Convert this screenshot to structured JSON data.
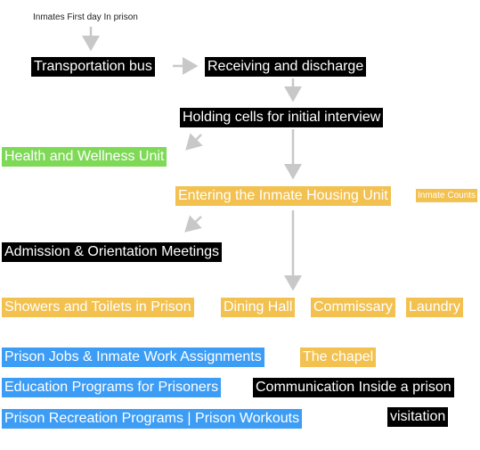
{
  "diagram": {
    "start_note": "Inmates First day In prison",
    "nodes": {
      "transport": "Transportation bus",
      "receiving": "Receiving and discharge",
      "holding": "Holding cells for initial interview",
      "health": "Health and Wellness Unit",
      "housing": "Entering the Inmate Housing Unit",
      "counts": "Inmate Counts",
      "admission": "Admission & Orientation Meetings",
      "showers": "Showers and Toilets in Prison",
      "dining": "Dining Hall",
      "commissary": "Commissary",
      "laundry": "Laundry",
      "jobs": "Prison Jobs & Inmate Work Assignments",
      "chapel": "The chapel",
      "education": "Education Programs for Prisoners",
      "communication": "Communication Inside a prison",
      "recreation": "Prison Recreation Programs | Prison Workouts",
      "visitation": "visitation"
    },
    "colors": {
      "black": "#000000",
      "green": "#7ed957",
      "gold": "#f2c150",
      "blue": "#3d9df5",
      "arrow": "#c8c8c8"
    }
  }
}
